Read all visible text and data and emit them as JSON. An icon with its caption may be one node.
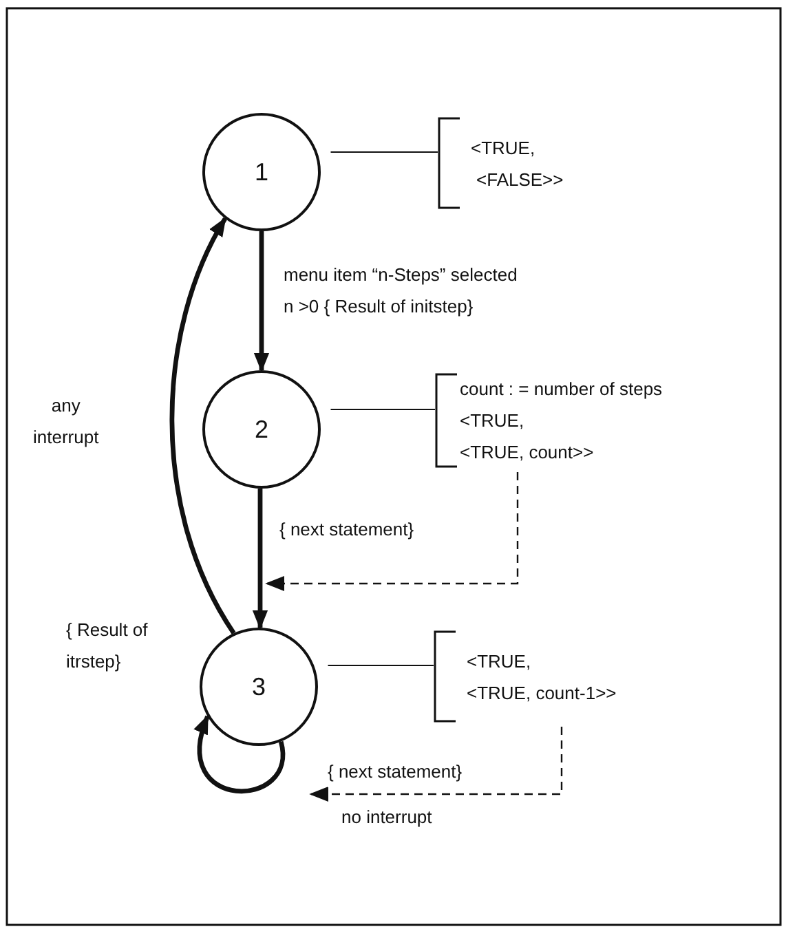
{
  "diagram": {
    "nodes": [
      {
        "text": [
          "1"
        ]
      },
      {
        "text": [
          "<TRUE, <FALSE>>"
        ]
      },
      {
        "text": [
          "2"
        ]
      },
      {
        "text": [
          "count : = number of steps",
          "<TRUE, <TRUE, count>>"
        ]
      },
      {
        "text": [
          "3"
        ]
      },
      {
        "text": [
          "<TRUE, <TRUE, count-1>>"
        ]
      }
    ],
    "edges": [
      {
        "from": 0,
        "to": 1,
        "arrow": "none"
      },
      {
        "from": 0,
        "to": 2,
        "arrow": "to",
        "label": "menu item “n-Steps” selected n >0 { Result of initstep}",
        "style": "thick"
      },
      {
        "from": 2,
        "to": 3,
        "arrow": "none"
      },
      {
        "from": 2,
        "to": 4,
        "arrow": "to",
        "label": "{ next statement}",
        "style": "thick"
      },
      {
        "from": 3,
        "to": null,
        "arrow": "to",
        "style": "dashed"
      },
      {
        "from": 4,
        "to": 5,
        "arrow": "none"
      },
      {
        "from": 4,
        "to": 0,
        "arrow": "to",
        "label": "any interrupt",
        "style": "thick"
      },
      {
        "from": 4,
        "to": 4,
        "arrow": "to",
        "style": "thick"
      },
      {
        "from": 5,
        "to": null,
        "arrow": "to",
        "style": "dashed",
        "label": "{ next statement}"
      }
    ],
    "labels": [
      "{ Result of itrstep}",
      "no interrupt"
    ]
  }
}
